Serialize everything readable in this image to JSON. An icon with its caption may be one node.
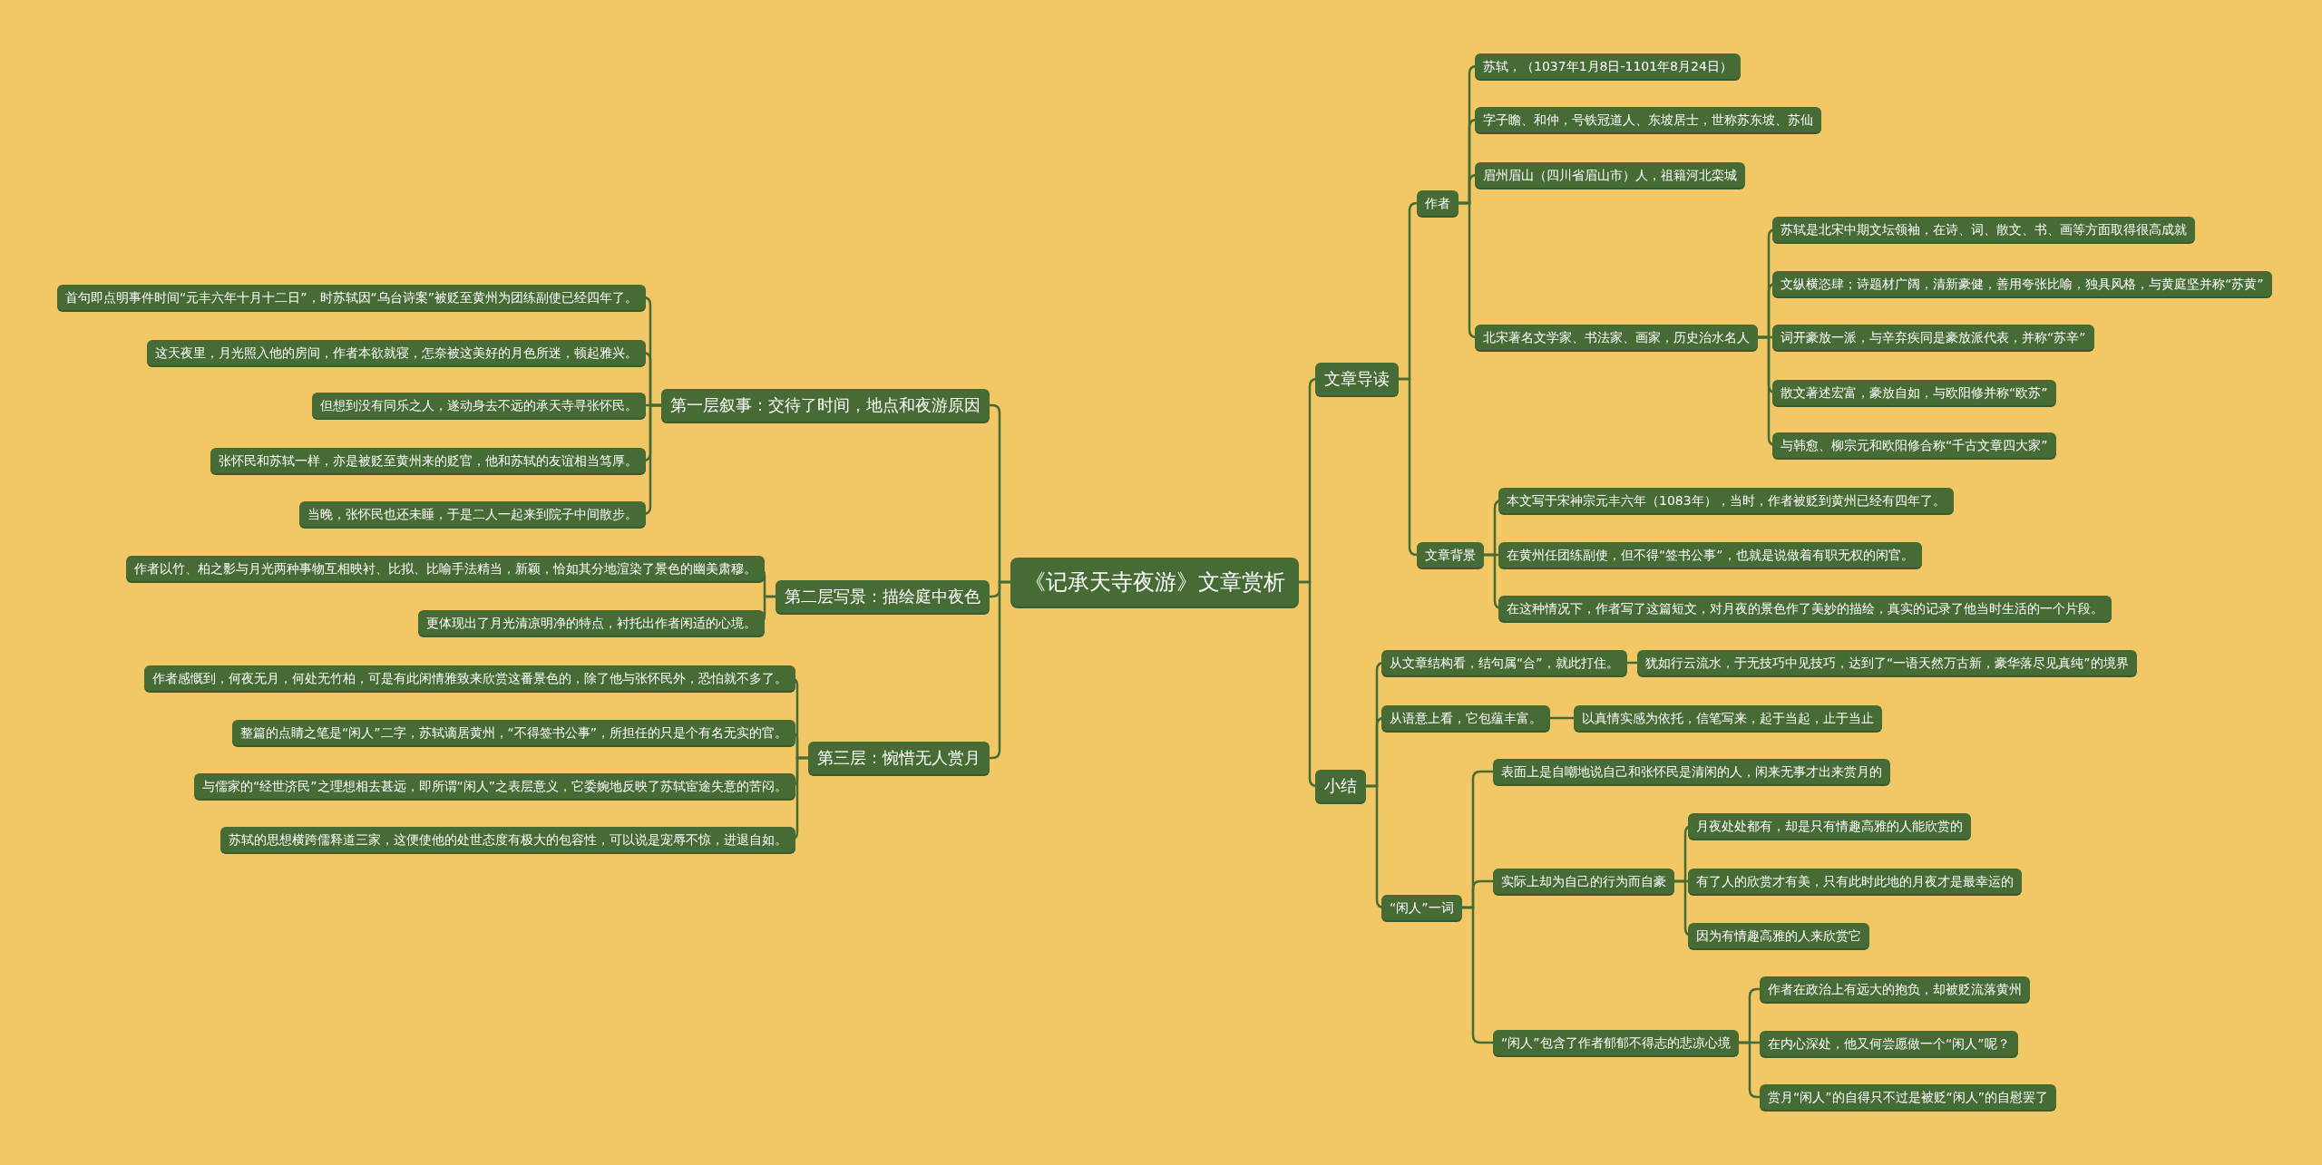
{
  "diagram": {
    "nodes": [
      {
        "text": [
          "《记承天寺夜游》文章赏析"
        ]
      },
      {
        "text": [
          "第一层叙事：交待了时间，地点和夜游原因"
        ]
      },
      {
        "text": [
          "首句即点明事件时间“元丰六年十月十二日”，时苏轼因“乌台诗案”被贬至黄州为团练副使已经四年了。"
        ]
      },
      {
        "text": [
          "这天夜里，月光照入他的房间，作者本欲就寝，怎奈被这美好的月色所迷，顿起雅兴。"
        ]
      },
      {
        "text": [
          "但想到没有同乐之人，遂动身去不远的承天寺寻张怀民。"
        ]
      },
      {
        "text": [
          "张怀民和苏轼一样，亦是被贬至黄州来的贬官，他和苏轼的友谊相当笃厚。"
        ]
      },
      {
        "text": [
          "当晚，张怀民也还未睡，于是二人一起来到院子中间散步。"
        ]
      },
      {
        "text": [
          "第二层写景：描绘庭中夜色"
        ]
      },
      {
        "text": [
          "作者以竹、柏之影与月光两种事物互相映衬、比拟、比喻手法精当，新颖，恰如其分地渲染了景色的幽美肃穆。"
        ]
      },
      {
        "text": [
          "更体现出了月光清凉明净的特点，衬托出作者闲适的心境。"
        ]
      },
      {
        "text": [
          "第三层：惋惜无人赏月"
        ]
      },
      {
        "text": [
          "作者感慨到，何夜无月，何处无竹柏，可是有此闲情雅致来欣赏这番景色的，除了他与张怀民外，恐怕就不多了。"
        ]
      },
      {
        "text": [
          "整篇的点睛之笔是“闲人”二字，苏轼谪居黄州，“不得签书公事”，所担任的只是个有名无实的官。"
        ]
      },
      {
        "text": [
          "与儒家的“经世济民”之理想相去甚远，即所谓“闲人”之表层意义，它委婉地反映了苏轼宦途失意的苦闷。"
        ]
      },
      {
        "text": [
          "苏轼的思想横跨儒释道三家，这便使他的处世态度有极大的包容性，可以说是宠辱不惊，进退自如。"
        ]
      },
      {
        "text": [
          "文章导读"
        ]
      },
      {
        "text": [
          "作者"
        ]
      },
      {
        "text": [
          "苏轼，（1037年1月8日-1101年8月24日）"
        ]
      },
      {
        "text": [
          "字子瞻、和仲，号铁冠道人、东坡居士，世称苏东坡、苏仙"
        ]
      },
      {
        "text": [
          "眉州眉山（四川省眉山市）人，祖籍河北栾城"
        ]
      },
      {
        "text": [
          "北宋著名文学家、书法家、画家，历史治水名人"
        ]
      },
      {
        "text": [
          "苏轼是北宋中期文坛领袖，在诗、词、散文、书、画等方面取得很高成就"
        ]
      },
      {
        "text": [
          "文纵横恣肆；诗题材广阔，清新豪健，善用夸张比喻，独具风格，与黄庭坚并称“苏黄”"
        ]
      },
      {
        "text": [
          "词开豪放一派，与辛弃疾同是豪放派代表，并称“苏辛”"
        ]
      },
      {
        "text": [
          "散文著述宏富，豪放自如，与欧阳修并称“欧苏”"
        ]
      },
      {
        "text": [
          "与韩愈、柳宗元和欧阳修合称“千古文章四大家”"
        ]
      },
      {
        "text": [
          "文章背景"
        ]
      },
      {
        "text": [
          "本文写于宋神宗元丰六年（1083年），当时，作者被贬到黄州已经有四年了。"
        ]
      },
      {
        "text": [
          "在黄州任团练副使，但不得“签书公事”，也就是说做着有职无权的闲官。"
        ]
      },
      {
        "text": [
          "在这种情况下，作者写了这篇短文，对月夜的景色作了美妙的描绘，真实的记录了他当时生活的一个片段。"
        ]
      },
      {
        "text": [
          "小结"
        ]
      },
      {
        "text": [
          "从文章结构看，结句属“合”，就此打住。"
        ]
      },
      {
        "text": [
          "犹如行云流水，于无技巧中见技巧，达到了“一语天然万古新，豪华落尽见真纯”的境界"
        ]
      },
      {
        "text": [
          "从语意上看，它包蕴丰富。"
        ]
      },
      {
        "text": [
          "以真情实感为依托，信笔写来，起于当起，止于当止"
        ]
      },
      {
        "text": [
          "“闲人”一词"
        ]
      },
      {
        "text": [
          "表面上是自嘲地说自己和张怀民是清闲的人，闲来无事才出来赏月的"
        ]
      },
      {
        "text": [
          "实际上却为自己的行为而自豪"
        ]
      },
      {
        "text": [
          "月夜处处都有，却是只有情趣高雅的人能欣赏的"
        ]
      },
      {
        "text": [
          "有了人的欣赏才有美，只有此时此地的月夜才是最幸运的"
        ]
      },
      {
        "text": [
          "因为有情趣高雅的人来欣赏它"
        ]
      },
      {
        "text": [
          "“闲人”包含了作者郁郁不得志的悲凉心境"
        ]
      },
      {
        "text": [
          "作者在政治上有远大的抱负，却被贬流落黄州"
        ]
      },
      {
        "text": [
          "在内心深处，他又何尝愿做一个“闲人”呢？"
        ]
      },
      {
        "text": [
          "赏月“闲人”的自得只不过是被贬“闲人”的自慰罢了"
        ]
      }
    ],
    "edges": [
      {
        "from": 0,
        "to": 1,
        "arrow": "none"
      },
      {
        "from": 1,
        "to": 2,
        "arrow": "none"
      },
      {
        "from": 1,
        "to": 3,
        "arrow": "none"
      },
      {
        "from": 1,
        "to": 4,
        "arrow": "none"
      },
      {
        "from": 1,
        "to": 5,
        "arrow": "none"
      },
      {
        "from": 1,
        "to": 6,
        "arrow": "none"
      },
      {
        "from": 0,
        "to": 7,
        "arrow": "none"
      },
      {
        "from": 7,
        "to": 8,
        "arrow": "none"
      },
      {
        "from": 7,
        "to": 9,
        "arrow": "none"
      },
      {
        "from": 0,
        "to": 10,
        "arrow": "none"
      },
      {
        "from": 10,
        "to": 11,
        "arrow": "none"
      },
      {
        "from": 10,
        "to": 12,
        "arrow": "none"
      },
      {
        "from": 10,
        "to": 13,
        "arrow": "none"
      },
      {
        "from": 10,
        "to": 14,
        "arrow": "none"
      },
      {
        "from": 0,
        "to": 15,
        "arrow": "none"
      },
      {
        "from": 15,
        "to": 16,
        "arrow": "none"
      },
      {
        "from": 16,
        "to": 17,
        "arrow": "none"
      },
      {
        "from": 16,
        "to": 18,
        "arrow": "none"
      },
      {
        "from": 16,
        "to": 19,
        "arrow": "none"
      },
      {
        "from": 16,
        "to": 20,
        "arrow": "none"
      },
      {
        "from": 20,
        "to": 21,
        "arrow": "none"
      },
      {
        "from": 20,
        "to": 22,
        "arrow": "none"
      },
      {
        "from": 20,
        "to": 23,
        "arrow": "none"
      },
      {
        "from": 20,
        "to": 24,
        "arrow": "none"
      },
      {
        "from": 20,
        "to": 25,
        "arrow": "none"
      },
      {
        "from": 15,
        "to": 26,
        "arrow": "none"
      },
      {
        "from": 26,
        "to": 27,
        "arrow": "none"
      },
      {
        "from": 26,
        "to": 28,
        "arrow": "none"
      },
      {
        "from": 26,
        "to": 29,
        "arrow": "none"
      },
      {
        "from": 0,
        "to": 30,
        "arrow": "none"
      },
      {
        "from": 30,
        "to": 31,
        "arrow": "none"
      },
      {
        "from": 31,
        "to": 32,
        "arrow": "none"
      },
      {
        "from": 30,
        "to": 33,
        "arrow": "none"
      },
      {
        "from": 33,
        "to": 34,
        "arrow": "none"
      },
      {
        "from": 30,
        "to": 35,
        "arrow": "none"
      },
      {
        "from": 35,
        "to": 36,
        "arrow": "none"
      },
      {
        "from": 35,
        "to": 37,
        "arrow": "none"
      },
      {
        "from": 37,
        "to": 38,
        "arrow": "none"
      },
      {
        "from": 37,
        "to": 39,
        "arrow": "none"
      },
      {
        "from": 37,
        "to": 40,
        "arrow": "none"
      },
      {
        "from": 35,
        "to": 41,
        "arrow": "none"
      },
      {
        "from": 41,
        "to": 42,
        "arrow": "none"
      },
      {
        "from": 41,
        "to": 43,
        "arrow": "none"
      },
      {
        "from": 41,
        "to": 44,
        "arrow": "none"
      }
    ]
  }
}
